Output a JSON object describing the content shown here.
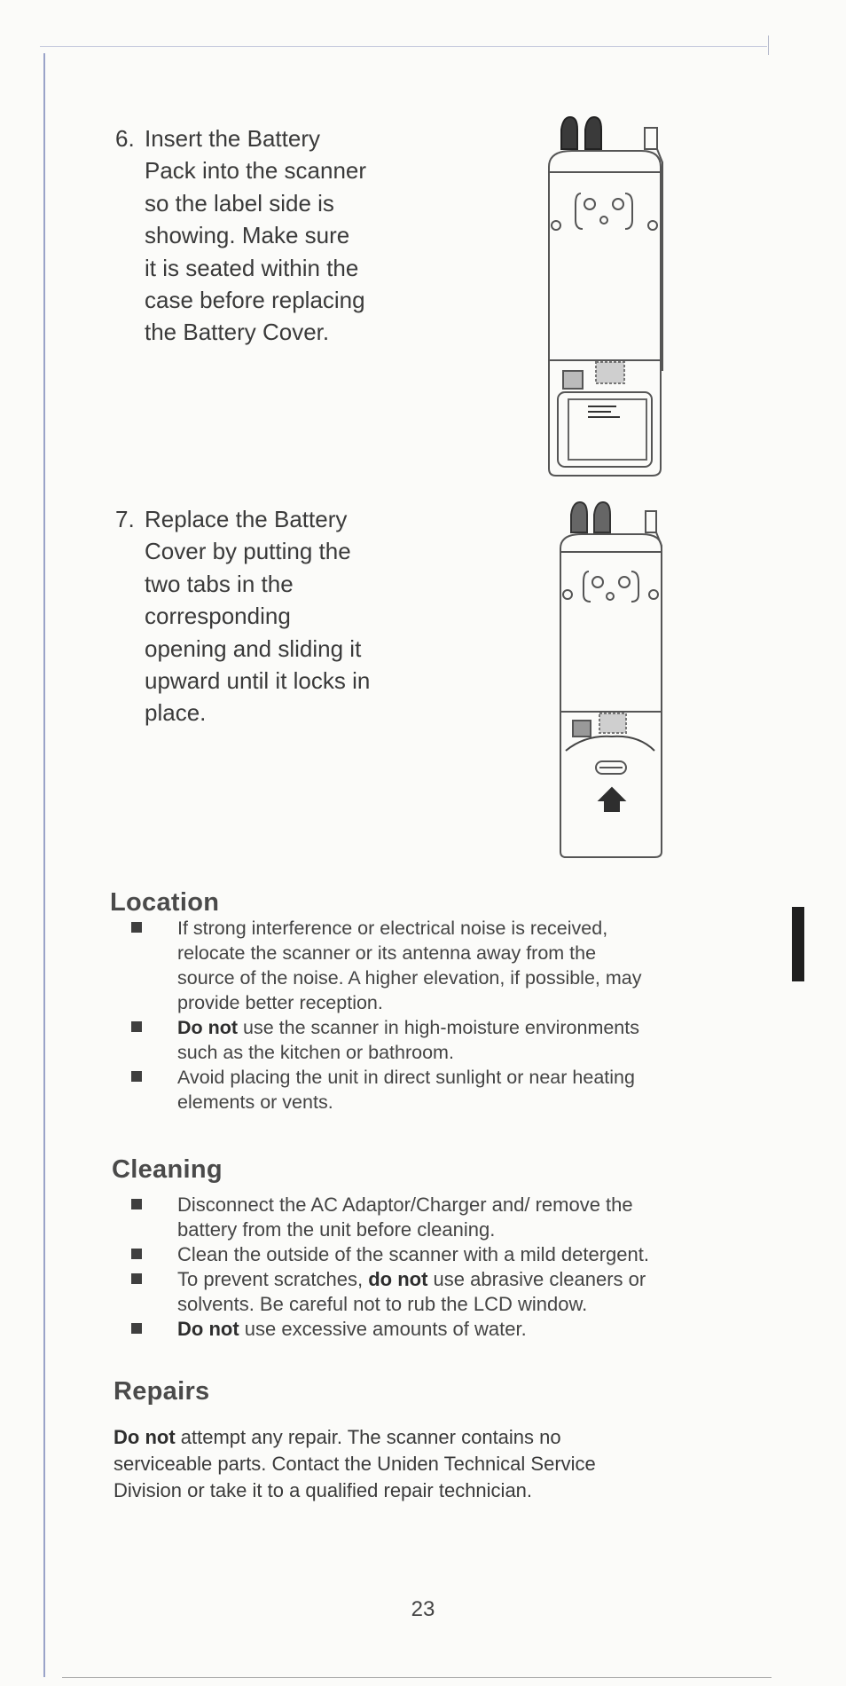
{
  "steps": [
    {
      "number": "6.",
      "lines": [
        "Insert the Battery",
        "Pack into the scanner",
        "so the label side is",
        "showing.  Make sure",
        "it is seated within the",
        "case before replacing",
        "the Battery Cover."
      ]
    },
    {
      "number": "7.",
      "lines": [
        "Replace the Battery",
        "Cover by putting the",
        "two tabs in the",
        "corresponding",
        "opening and sliding it",
        "upward until it locks in",
        "place."
      ]
    }
  ],
  "location": {
    "heading": "Location",
    "bullets": [
      {
        "bold": "",
        "lines": [
          "If strong interference or electrical noise is received,",
          "relocate the scanner or its antenna away from the",
          "source of the noise.  A higher elevation, if possible, may",
          "provide better reception."
        ]
      },
      {
        "bold": "Do not",
        "lines": [
          " use the scanner in high-moisture environments",
          "such as the kitchen or bathroom."
        ]
      },
      {
        "bold": "",
        "lines": [
          "Avoid placing the unit in direct sunlight or near heating",
          "elements or vents."
        ]
      }
    ]
  },
  "cleaning": {
    "heading": "Cleaning",
    "bullets": [
      {
        "pre": "",
        "bold": "",
        "post": "",
        "lines": [
          "Disconnect the AC Adaptor/Charger and/ remove the",
          "battery from the unit before cleaning."
        ]
      },
      {
        "pre": "",
        "bold": "",
        "post": "",
        "lines": [
          "Clean the outside of the scanner with a mild detergent."
        ]
      },
      {
        "pre": "To prevent scratches, ",
        "bold": "do not",
        "post": " use abrasive cleaners or",
        "lines": [
          "solvents.  Be careful not to rub the LCD window."
        ]
      },
      {
        "pre": "",
        "bold": "Do not",
        "post": " use excessive amounts of water.",
        "lines": []
      }
    ]
  },
  "repairs": {
    "heading": "Repairs",
    "bold": "Do not",
    "line1": " attempt any repair. The scanner contains no",
    "line2": "serviceable parts. Contact the Uniden Technical Service",
    "line3": "Division or take it to a qualified repair technician."
  },
  "page_number": "23"
}
